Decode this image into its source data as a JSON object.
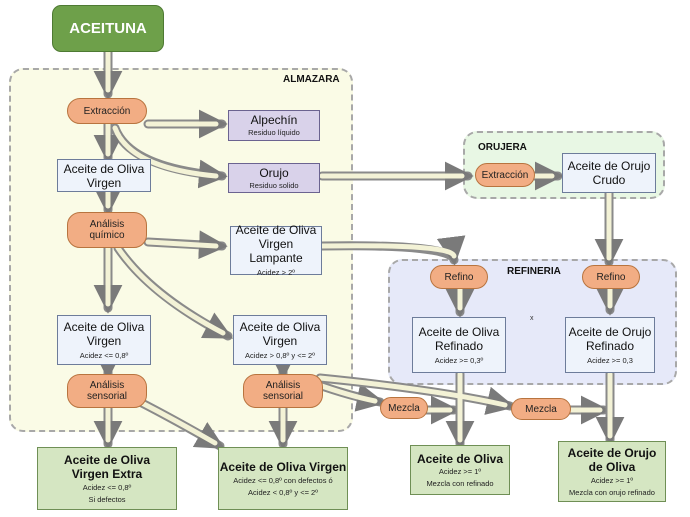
{
  "header": {
    "title": "ACEITUNA"
  },
  "regions": {
    "almazara": "ALMAZARA",
    "orujera": "ORUJERA",
    "refineria": "REFINERIA"
  },
  "processes": {
    "extraccion_1": "Extracción",
    "analisis_quimico": "Análisis químico",
    "analisis_sensorial_1": "Análisis sensorial",
    "analisis_sensorial_2": "Análisis sensorial",
    "extraccion_2": "Extracción",
    "refino_1": "Refino",
    "refino_2": "Refino",
    "mezcla_1": "Mezcla",
    "mezcla_2": "Mezcla"
  },
  "byproducts": {
    "alpechin": {
      "title": "Alpechín",
      "sub": "Residuo líquido"
    },
    "orujo": {
      "title": "Orujo",
      "sub": "Residuo solido"
    }
  },
  "intermediates": {
    "aceite_oliva_virgen": {
      "title": "Aceite de Oliva Virgen"
    },
    "lampante": {
      "title": "Aceite de Oliva Virgen Lampante",
      "sub": "Acidez > 2º"
    },
    "virgen_08": {
      "title": "Aceite de Oliva Virgen",
      "sub": "Acidez <= 0,8º"
    },
    "virgen_08_2": {
      "title": "Aceite de Oliva Virgen",
      "sub": "Acidez > 0,8º y <= 2º"
    },
    "orujo_crudo": {
      "title": "Aceite de Orujo Crudo"
    },
    "oliva_refinado": {
      "title": "Aceite de Oliva Refinado",
      "sub": "Acidez >= 0,3º"
    },
    "orujo_refinado": {
      "title": "Aceite de Orujo Refinado",
      "sub": "Acidez >= 0,3"
    }
  },
  "products": {
    "virgen_extra": {
      "title": "Aceite de Oliva Virgen Extra",
      "sub1": "Acidez <= 0,8º",
      "sub2": "Si defectos"
    },
    "virgen": {
      "title": "Aceite de Oliva Virgen",
      "sub1": "Acidez <= 0,8º con defectos ó",
      "sub2": "Acidez < 0,8º y <= 2º"
    },
    "aceite_oliva": {
      "title": "Aceite de Oliva",
      "sub1": "Acidez >= 1º",
      "sub2": "Mezcla con refinado"
    },
    "orujo_oliva": {
      "title": "Aceite de Orujo de Oliva",
      "sub1": "Acidez >= 1º",
      "sub2": "Mezcla con orujo refinado"
    }
  },
  "stray_mark": "x",
  "colors": {
    "header_green": "#6ea04a",
    "process_orange": "#f2ad84",
    "byproduct_purple": "#d9d2ea",
    "product_green": "#d5e6c2",
    "intermediate_blue": "#eef3fb",
    "almazara_fill": "#fafbe6",
    "orujera_fill": "#e8f7e4",
    "refineria_fill": "#e6e9f9"
  }
}
